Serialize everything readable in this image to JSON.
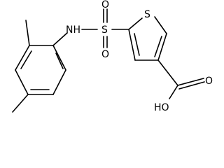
{
  "molecule": {
    "atom_labels": {
      "nh": "NH",
      "sulfonyl_s": "S",
      "sulfonyl_o_top": "O",
      "sulfonyl_o_bottom": "O",
      "ring_s": "S",
      "carbonyl_o": "O",
      "hydroxyl": "HO"
    }
  }
}
